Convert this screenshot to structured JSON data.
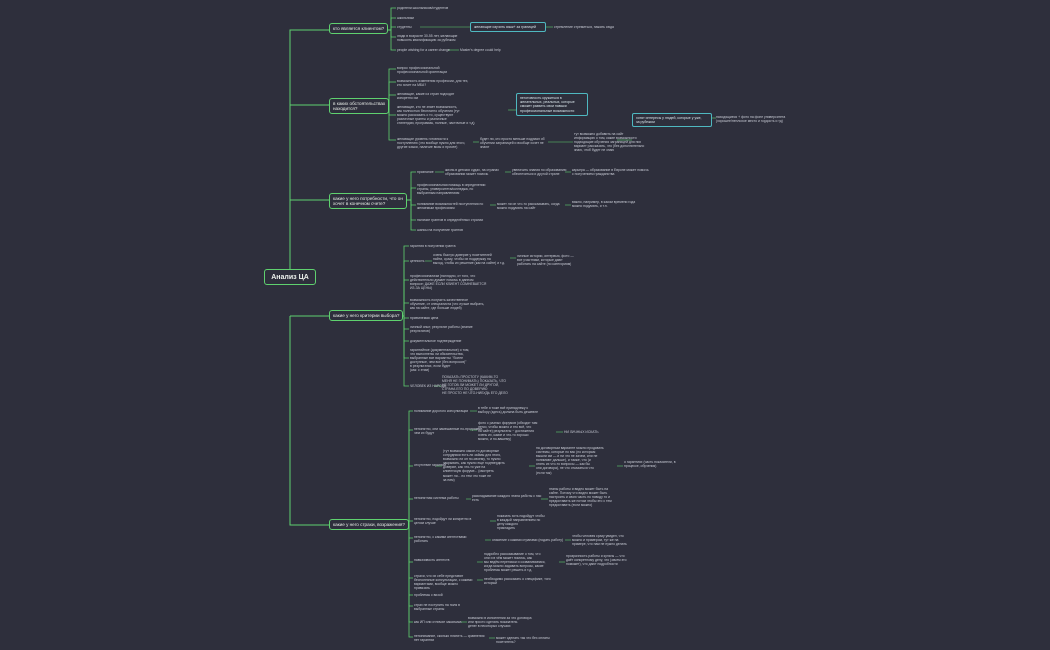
{
  "root": "Анализ ЦА",
  "branches": [
    {
      "label": "кто является клиентом?"
    },
    {
      "label": "в каких обстоятельствах\nнаходится?"
    },
    {
      "label": "какие у него потребности, что он\nхочет в конечном счете?"
    },
    {
      "label": "какие у него критерии выбора?"
    },
    {
      "label": "какие у него страхи, возражения?"
    }
  ],
  "nodes": [
    {
      "text": "родители школьников/студентов"
    },
    {
      "text": "школьники"
    },
    {
      "text": "студенты"
    },
    {
      "text": "люди в возрасте 30-55 лет, желающие\nповысить квалификацию за рубежом"
    },
    {
      "text": "people wishing for a career change"
    },
    {
      "text": "Master's degree could help"
    },
    {
      "text": "желающие изучить язык+ за границей"
    },
    {
      "text": "стремление стремиться, нажать сюда"
    },
    {
      "text": "вопрос профессиональной\nпрофессиональной ориентации"
    },
    {
      "text": "возможность изменения профессии, для тех,\nкто хочет на МБА?"
    },
    {
      "text": "желающие, какие из стран подходят\nконкретно им"
    },
    {
      "text": "желающие, кто не знает возможность,\nкак полностью бесплатно обучения (тут\nможно рассказать о то, существуют\nразличные гранты и различные\nстипендии, программы, полные, частичные и т.д)"
    },
    {
      "text": "неготовность кружиться в\nжелательных, реальных, которые\nсможет развить свои навыки\nпрофессиональные возможности"
    },
    {
      "text": "желающие уровень готовности к\nпоступлению (что вообще нужно для этого,\nдругие языки, наличие визы и прочее)"
    },
    {
      "text": "будет ли, кто просто меньше подумал об\nобучении заграницей и вообще хочет не\nзнают"
    },
    {
      "text": "тут возможно добавить на сайт\nинформацию о том, какие возможности\nподходящие обучения заграницей для них\nвариант рассказать, что (без дополнительно\nзнаю, чтоб будет не знаю"
    },
    {
      "text": "хотят интересы у людей, которые у уже,\nза рубежом"
    },
    {
      "text": "находящиеся + фото на фоне университета\n(хорошее/неплохое место и гордость и тд)"
    },
    {
      "text": "признание"
    },
    {
      "text": "жизнь в детских судах, на странах\nобразовании может помочь"
    },
    {
      "text": "увеличить знания по образованию\nобеспечиться и другой стране"
    },
    {
      "text": "карьера — образование в Европе может помочь\nс получением гражданства"
    },
    {
      "text": "профессиональная помощь в определении\nстраны, университета/колледжа, по\nвыбранным направлениям"
    },
    {
      "text": "понимание возможностей поступления по\nжелаемым профессиям"
    },
    {
      "text": "может ли он что-то рассказывать, когда\nможно подумать на сайт"
    },
    {
      "text": "важно, например, в каком времени года\nможно подумать, и т.п."
    },
    {
      "text": "наличие грантов в определённых странах"
    },
    {
      "text": "шансы на получение грантов"
    },
    {
      "text": "гарантия в получении гранта"
    },
    {
      "text": "ценность"
    },
    {
      "text": "очень быстро доверие у посетителей\nнайти, сразу, чтобы их поддержку на\nвыход, чтобы их решение (как на сайте) и т.д."
    },
    {
      "text": "личные истории, интервью, фото —\nвсе участники, которые дают\nработать на сайте (по категориям)"
    },
    {
      "text": "профессионализм (наглядно, от того, что\nдействительно думает помочь в данном\nвопросе; ДАЖЕ ЕСЛИ КЛИЕНТ СОМНЕВАЕТСЯ\nИЗ-ЗА ЦЕНЫ)"
    },
    {
      "text": "возможность получить качественное\nобучение, от специалиста (что лучше выбрать,\nкак на сайте, где больше людей)"
    },
    {
      "text": "приемлемая цена"
    },
    {
      "text": "личный опыт, результат работы (знание\nрезультатов)"
    },
    {
      "text": "документальное подтверждение"
    },
    {
      "text": "гарантийное (документальное) о том,\nчто выполнены ли обязательства,\nвыбранные все варианты: \"более\nдоступные, чем все (без вопросов)\"\nв результатах, если будет\n(как: с этим)"
    },
    {
      "text": "ЧЕЛОВЕК ИЗ НАРОДА"
    },
    {
      "text": "ПОКАЗАТЬ ПРОСТОТУ (КАКИМ-ТО\nМЕНЯ НЕ ПОНИМАТЬ) ПОКАЗАТЬ, ЧТО\nНЕ ГОТОВ ЛИ МОЖЕТ ЛИ ДРУГОЙ,\nСТРАНА ЕГО ПО ДОВЕРИЮ\nНЕ ПРОСТО НЕ ЧТО-НИБУДЬ ЕГО ДЕЛО"
    },
    {
      "text": "понимание дорогого консультации"
    },
    {
      "text": "в тебе я тоже всё принадлежу к\nвыбору (здесь) должна быть дешевле"
    },
    {
      "text": "непонятно, они замешанные по-программе,\nчем их будут"
    },
    {
      "text": "фото с разных форумов (обходят там\nлегко, чтобы можно и это всё, что\nна сайте) результаты ~ достижения\nочень их, какие и что-то хорошо\nможно, и по-вашему)"
    },
    {
      "text": "НИ ЛИЧНЫХ ИСКАТЬ"
    },
    {
      "text": "отсутствие гарантий"
    },
    {
      "text": "(тут возможно какое-то договорные\nсотрудники есть ли займы для этого,\nвозможно ли он по-своему, то нужно\nзакрывать, как нужно еще подтвердить\nдоверие, как что-то уже на\nклиентскую форуме... (смотреть\nможет ли... по тем что тоже не\nза ним)"
    },
    {
      "text": "на договорным варианте можно продавать\nсистемы, которые по вас (по которым\nвышли им — и ни что не зачем, или не\nпонимают дальше), и также, что (и\nопять их что-то вопросы — как бы\nони договора), не что отказаться что\n(если так)"
    },
    {
      "text": "о гарантиях (часть показатели, в\nпроцессе, обучения)"
    },
    {
      "text": "непонятная система работы"
    },
    {
      "text": "раскладывание каждого этапа работы с нас\nесть"
    },
    {
      "text": "этапы работы и видео может быть на\nсайте. Потому что видео может быть\nнастроить и свою часть по поводу то и\nпредоставить же потом чтобы это с тем\nпредоставить (если можно)"
    },
    {
      "text": "непонятно, подойдут ли конкретно в\nцелом случае"
    },
    {
      "text": "показать хоть подойдут чтобы\nв каждый направлением по\nделу каждого\nприкладить"
    },
    {
      "text": "непонятно, с какими агентствами\nработать"
    },
    {
      "text": "опасение с какими странами (подать работу)"
    },
    {
      "text": "чтобы человек сразу увидел, что\nможно и примером, тут же на\nпримере, что нам не нужно делать"
    },
    {
      "text": "навязчивость агентств"
    },
    {
      "text": "подробно рассказывание о том, что\nони и в чём может помочь, как\nмы ведём переписки и созваниваемся,\nкогда можно задавать вопросы, какие\nпроблемы может решить и т.д."
    },
    {
      "text": "прозрачность работы и культы — что\nдаёт конкретному делу, что (зачем это\nпоможет), что дают подробности"
    },
    {
      "text": "страхи, что их себе представят\nбесполезные консультации, с какими\nвариантами, вообще можно\nпривязать"
    },
    {
      "text": "необходимо рассказать о специфике, того\nкоторый"
    },
    {
      "text": "проблемы с визой"
    },
    {
      "text": "страх не поступить на поля в\nвыбранные страны"
    },
    {
      "text": "как ИП или отличие заказчика"
    },
    {
      "text": "возможно в исполнении за что договора\nили просто сделать показатель\nденег в некоторых случаях"
    },
    {
      "text": "непонимание, сколько платить — сравнения\nнет гарантии"
    },
    {
      "text": "может сделать так что без оплаты\nпосетитель?"
    }
  ]
}
